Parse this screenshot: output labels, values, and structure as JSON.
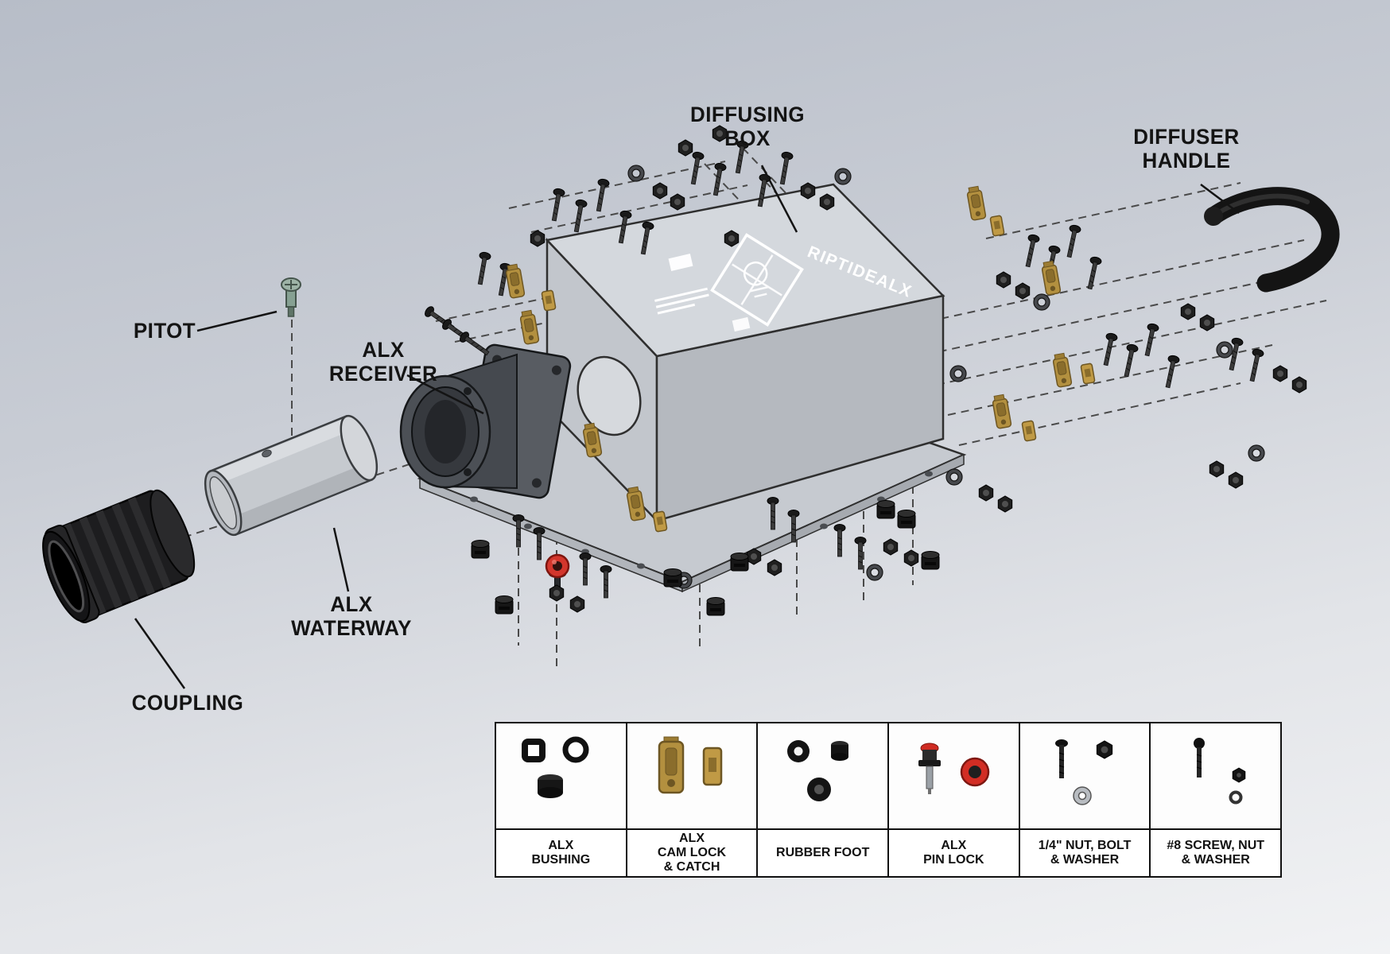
{
  "diagram": {
    "logo_text": "RIPTIDEALX",
    "labels": {
      "diffusing_box": "DIFFUSING\nBOX",
      "diffuser_handle": "DIFFUSER\nHANDLE",
      "pitot": "PITOT",
      "alx_receiver": "ALX\nRECEIVER",
      "alx_waterway": "ALX\nWATERWAY",
      "coupling": "COUPLING"
    }
  },
  "legend": {
    "items": [
      {
        "name": "alx-bushing",
        "label": "ALX\nBUSHING"
      },
      {
        "name": "alx-cam-lock-catch",
        "label": "ALX\nCAM LOCK\n& CATCH"
      },
      {
        "name": "rubber-foot",
        "label": "RUBBER FOOT"
      },
      {
        "name": "alx-pin-lock",
        "label": "ALX\nPIN LOCK"
      },
      {
        "name": "quarter-inch-nut-bolt-washer",
        "label": "1/4\" NUT, BOLT\n& WASHER"
      },
      {
        "name": "number8-screw-nut-washer",
        "label": "#8 SCREW, NUT\n& WASHER"
      }
    ]
  },
  "colors": {
    "background_top": "#b7bdc8",
    "background_bottom": "#f1f2f4",
    "box_gray": "#d4d8dd",
    "accent_red": "#d3362c",
    "brass": "#b3903f",
    "label_text": "#141414"
  }
}
